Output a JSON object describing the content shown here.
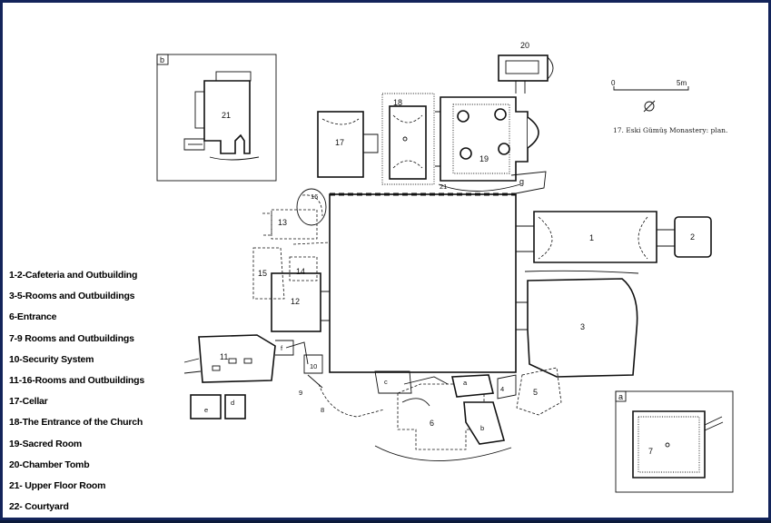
{
  "legend": [
    "1-2-Cafeteria and Outbuilding",
    "3-5-Rooms and Outbuildings",
    "6-Entrance",
    "7-9 Rooms and Outbuildings",
    "10-Security System",
    "11-16-Rooms and Outbuildings",
    "17-Cellar",
    "18-The Entrance of the Church",
    "19-Sacred Room",
    "20-Chamber Tomb",
    "21- Upper Floor Room",
    "22- Courtyard"
  ],
  "plan": {
    "caption": "17. Eski Gümüş Monastery: plan.",
    "scale": {
      "start": "0",
      "end": "5m"
    },
    "inset_b": {
      "letter": "b",
      "room": "21"
    },
    "inset_a": {
      "letter": "a",
      "room": "7"
    },
    "rooms": {
      "r1": "1",
      "r2": "2",
      "r3": "3",
      "r4": "4",
      "r5": "5",
      "r6": "6",
      "r8": "8",
      "r9": "9",
      "r10": "10",
      "r11": "11",
      "r12": "12",
      "r13": "13",
      "r14": "14",
      "r15": "15",
      "r16": "16",
      "r17": "17",
      "r18": "18",
      "r19": "19",
      "r20": "20",
      "r21": "21"
    },
    "letters": {
      "a": "a",
      "b": "b",
      "c": "c",
      "d": "d",
      "e": "e",
      "f": "f",
      "g": "g"
    }
  }
}
